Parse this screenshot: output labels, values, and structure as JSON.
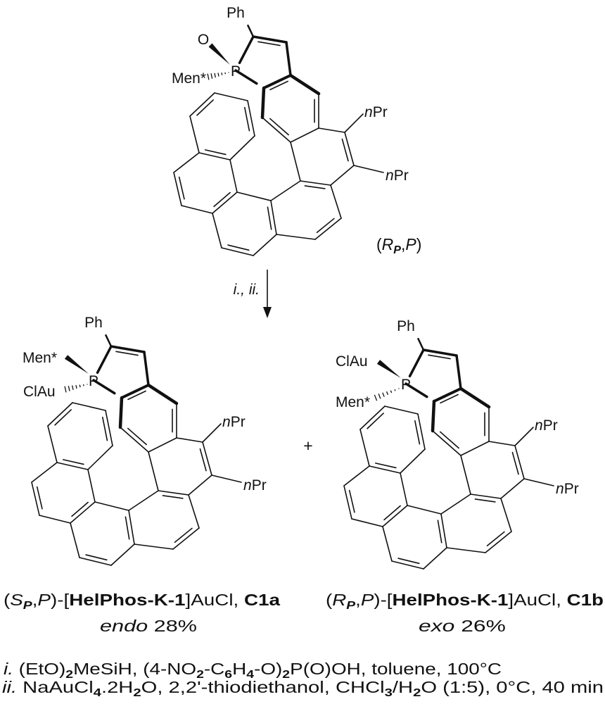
{
  "labels": {
    "ph": "Ph",
    "o": "O",
    "p": "P",
    "men": "Men*",
    "clau": "ClAu",
    "npr_n": "n",
    "npr_pr": "Pr",
    "plus": "+",
    "conditions_label": "i., ii."
  },
  "reactant_config": [
    {
      "t": "(",
      "s": ""
    },
    {
      "t": "R",
      "s": "i"
    },
    {
      "t": "P",
      "s": "isub"
    },
    {
      "t": ",",
      "s": ""
    },
    {
      "t": "P",
      "s": "i"
    },
    {
      "t": ")",
      "s": ""
    }
  ],
  "product_a": {
    "name": [
      {
        "t": "(",
        "s": ""
      },
      {
        "t": "S",
        "s": "i"
      },
      {
        "t": "P",
        "s": "isub"
      },
      {
        "t": ",",
        "s": ""
      },
      {
        "t": "P",
        "s": "i"
      },
      {
        "t": ")-[",
        "s": ""
      },
      {
        "t": "HelPhos-K-1",
        "s": "b"
      },
      {
        "t": "]AuCl, ",
        "s": ""
      },
      {
        "t": "C1a",
        "s": "b"
      }
    ],
    "yield": [
      {
        "t": "endo",
        "s": "i"
      },
      {
        "t": "  28%",
        "s": ""
      }
    ]
  },
  "product_b": {
    "name": [
      {
        "t": "(",
        "s": ""
      },
      {
        "t": "R",
        "s": "i"
      },
      {
        "t": "P",
        "s": "isub"
      },
      {
        "t": ",",
        "s": ""
      },
      {
        "t": "P",
        "s": "i"
      },
      {
        "t": ")-[",
        "s": ""
      },
      {
        "t": "HelPhos-K-1",
        "s": "b"
      },
      {
        "t": "]AuCl, ",
        "s": ""
      },
      {
        "t": "C1b",
        "s": "b"
      }
    ],
    "yield": [
      {
        "t": "exo",
        "s": "i"
      },
      {
        "t": "  26%",
        "s": ""
      }
    ]
  },
  "footnotes": [
    [
      {
        "t": "i.",
        "s": "i"
      },
      {
        "t": " (EtO)",
        "s": ""
      },
      {
        "t": "2",
        "s": "sub"
      },
      {
        "t": "MeSiH, (4-NO",
        "s": ""
      },
      {
        "t": "2",
        "s": "sub"
      },
      {
        "t": "-C",
        "s": ""
      },
      {
        "t": "6",
        "s": "sub"
      },
      {
        "t": "H",
        "s": ""
      },
      {
        "t": "4",
        "s": "sub"
      },
      {
        "t": "-O)",
        "s": ""
      },
      {
        "t": "2",
        "s": "sub"
      },
      {
        "t": "P(O)OH, toluene, 100°C",
        "s": ""
      }
    ],
    [
      {
        "t": "ii.",
        "s": "i"
      },
      {
        "t": " NaAuCl",
        "s": ""
      },
      {
        "t": "4",
        "s": "sub"
      },
      {
        "t": ".2H",
        "s": ""
      },
      {
        "t": "2",
        "s": "sub"
      },
      {
        "t": "O, 2,2'-thiodiethanol, CHCl",
        "s": ""
      },
      {
        "t": "3",
        "s": "sub"
      },
      {
        "t": "/H",
        "s": ""
      },
      {
        "t": "2",
        "s": "sub"
      },
      {
        "t": "O (1:5), 0°C, 40 min",
        "s": ""
      }
    ]
  ]
}
